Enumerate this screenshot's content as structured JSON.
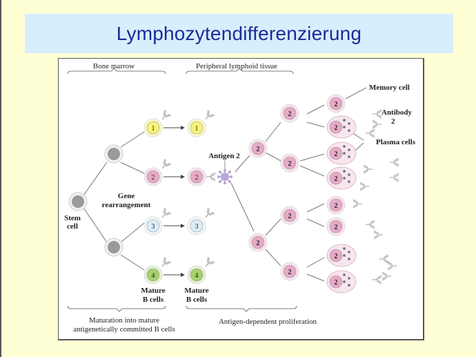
{
  "slide": {
    "title": "Lymphozytendifferenzierung"
  },
  "colors": {
    "background": "#ffffd6",
    "title_bar": "#d7eefc",
    "title_text": "#1a2d96",
    "clone_1": "#f6f37a",
    "clone_2": "#e6a9c6",
    "clone_3": "#dcecf8",
    "clone_4": "#a6d06a",
    "precursor_nucleus": "#9a9a9a",
    "antigen": "#b7a6d6"
  },
  "diagram": {
    "section_labels": {
      "bone_marrow": "Bone marrow",
      "peripheral": "Peripheral lymphoid tissue",
      "maturation_line1": "Maturation into mature",
      "maturation_line2": "antigenetically committed B cells",
      "proliferation": "Antigen-dependent proliferation"
    },
    "labels": {
      "stem_line1": "Stem",
      "stem_line2": "cell",
      "gene_line1": "Gene",
      "gene_line2": "rearrangement",
      "antigen": "Antigen 2",
      "mature1_line1": "Mature",
      "mature1_line2": "B cells",
      "mature2_line1": "Mature",
      "mature2_line2": "B cells",
      "memory_cell": "Memory cell",
      "antibody_line1": "Antibody",
      "antibody_line2": "2",
      "plasma_cells": "Plasma cells"
    },
    "clones": [
      {
        "id": "1",
        "label": "1"
      },
      {
        "id": "2",
        "label": "2"
      },
      {
        "id": "3",
        "label": "3"
      },
      {
        "id": "4",
        "label": "4"
      }
    ],
    "proliferating_label": "2"
  }
}
